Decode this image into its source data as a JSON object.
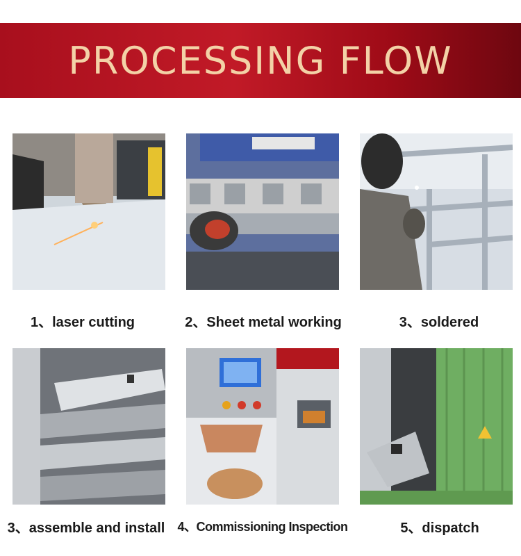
{
  "banner": {
    "title": "PROCESSING FLOW"
  },
  "steps": [
    {
      "caption": "1、laser cutting",
      "photo_icon": "laser-cutting-photo"
    },
    {
      "caption": "2、Sheet metal working",
      "photo_icon": "press-brake-photo"
    },
    {
      "caption": "3、soldered",
      "photo_icon": "welding-photo"
    },
    {
      "caption": "3、assemble and install",
      "photo_icon": "assembly-photo"
    },
    {
      "caption": "4、Commissioning Inspection",
      "photo_icon": "inspection-photo"
    },
    {
      "caption": "5、dispatch",
      "photo_icon": "container-dispatch-photo"
    }
  ],
  "colors": {
    "banner_red": "#c11a27",
    "title_gold": "#f3d2a7"
  }
}
